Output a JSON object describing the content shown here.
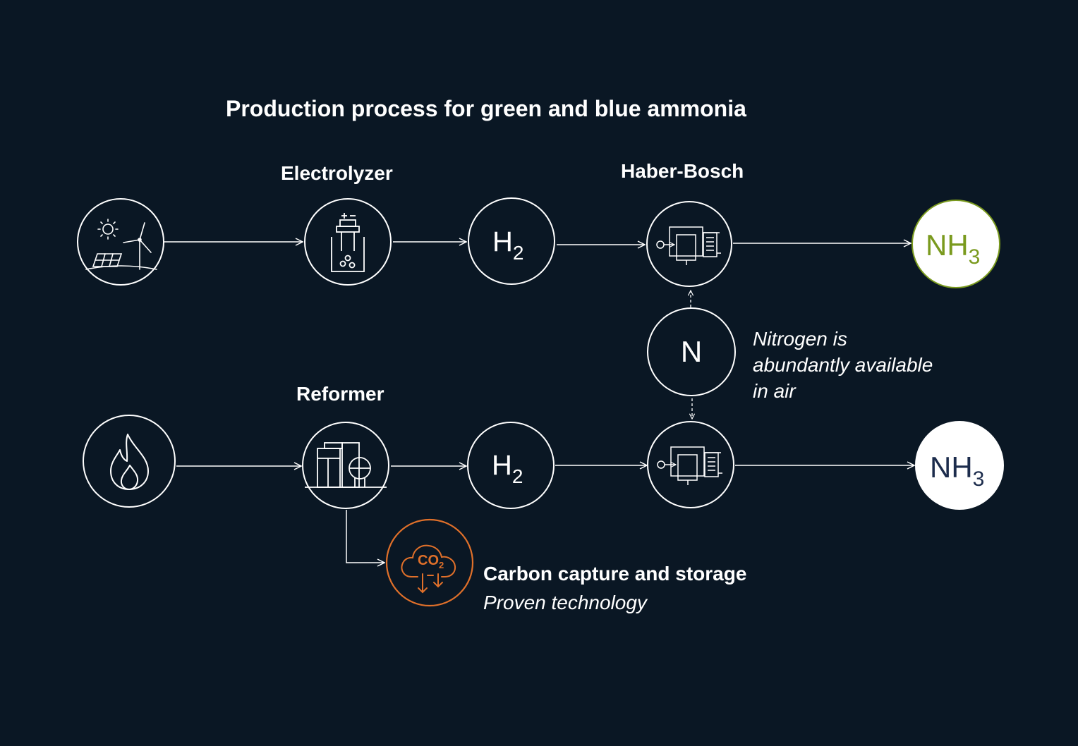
{
  "title": "Production process for green and blue ammonia",
  "labels": {
    "electrolyzer": "Electrolyzer",
    "haber_bosch": "Haber-Bosch",
    "reformer": "Reformer"
  },
  "nodes": {
    "h2_main": "H",
    "h2_sub": "2",
    "n": "N",
    "nh3_main": "NH",
    "nh3_sub": "3",
    "co2_main": "CO",
    "co2_sub": "2"
  },
  "nitrogen_note": "Nitrogen is abundantly available in air",
  "ccs": {
    "title": "Carbon capture and storage",
    "subtitle": "Proven technology"
  },
  "colors": {
    "background": "#0a1724",
    "line": "#ffffff",
    "green_ammonia": "#7a9a1e",
    "blue_ammonia": "#1c2c4c",
    "ccs": "#e0702a"
  },
  "icons": {
    "renewables": "sun-wind-solar-icon",
    "gas": "flame-icon",
    "electrolyzer": "electrolyzer-icon",
    "reformer": "reformer-plant-icon",
    "haber_bosch": "reactor-icon",
    "ccs": "co2-cloud-storage-icon"
  }
}
